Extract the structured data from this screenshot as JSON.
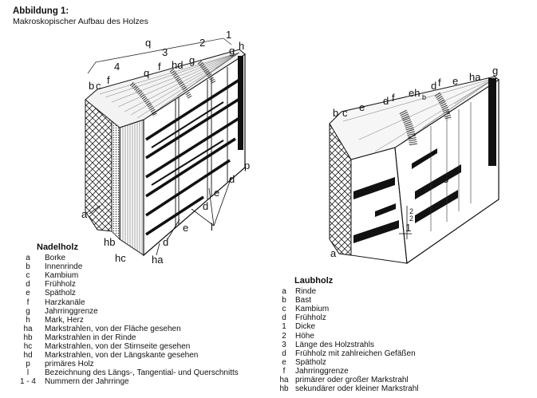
{
  "figure": {
    "title": "Abbildung 1:",
    "subtitle": "Makroskopischer Aufbau des Holzes"
  },
  "left_diagram": {
    "labels": {
      "q": "q",
      "two": "2",
      "one": "1",
      "g_top": "g",
      "h_top": "h",
      "four": "4",
      "three": "3",
      "q2": "q",
      "f_mid": "f",
      "hd": "hd",
      "g_mid": "g",
      "b": "b",
      "c": "c",
      "f_left": "f",
      "a": "a",
      "p": "p",
      "d_r": "d",
      "e_r": "e",
      "d_c": "d",
      "e_c": "e",
      "l": "l",
      "d_b": "d",
      "hb": "hb",
      "hc": "hc",
      "ha": "ha"
    }
  },
  "right_diagram": {
    "labels": {
      "b": "b",
      "c": "c",
      "e_left": "e",
      "d": "d",
      "f": "f",
      "eh": "eh",
      "b2": "b",
      "d2": "d",
      "f2": "f",
      "e2": "e",
      "ha": "ha",
      "g": "g",
      "three": "3",
      "two_a": "2",
      "two_b": "2",
      "one": "1",
      "a": "a"
    }
  },
  "nadelholz": {
    "heading": "Nadelholz",
    "items": [
      {
        "key": "a",
        "text": "Borke"
      },
      {
        "key": "b",
        "text": "Innenrinde"
      },
      {
        "key": "c",
        "text": "Kambium"
      },
      {
        "key": "d",
        "text": "Frühholz"
      },
      {
        "key": "e",
        "text": "Spätholz"
      },
      {
        "key": "f",
        "text": "Harzkanäle"
      },
      {
        "key": "g",
        "text": "Jahrringgrenze"
      },
      {
        "key": "h",
        "text": "Mark, Herz"
      },
      {
        "key": "ha",
        "text": "Markstrahlen, von der Fläche gesehen"
      },
      {
        "key": "hb",
        "text": "Markstrahlen in der Rinde"
      },
      {
        "key": "hc",
        "text": "Markstrahlen, von der Stirnseite gesehen"
      },
      {
        "key": "hd",
        "text": "Markstrahlen, von der Längskante gesehen"
      },
      {
        "key": "p",
        "text": "primäres Holz"
      },
      {
        "key": "l",
        "text": "Bezeichnung des Längs-, Tangential- und Querschnitts"
      },
      {
        "key": "1 - 4",
        "text": "Nummern der Jahrringe"
      }
    ]
  },
  "laubholz": {
    "heading": "Laubholz",
    "items": [
      {
        "key": "a",
        "text": "Rinde"
      },
      {
        "key": "b",
        "text": "Bast"
      },
      {
        "key": "c",
        "text": "Kambium"
      },
      {
        "key": "d",
        "text": "Frühholz"
      },
      {
        "key": "1",
        "text": "Dicke"
      },
      {
        "key": "2",
        "text": "Höhe"
      },
      {
        "key": "3",
        "text": "Länge des Holzstrahls"
      },
      {
        "key": "d",
        "text": "Frühholz mit zahlreichen Gefäßen"
      },
      {
        "key": "e",
        "text": "Spätholz"
      },
      {
        "key": "f",
        "text": "Jahrringgrenze"
      },
      {
        "key": "ha",
        "text": "primärer oder großer Markstrahl"
      },
      {
        "key": "hb",
        "text": "sekundärer oder kleiner Markstrahl"
      }
    ]
  }
}
